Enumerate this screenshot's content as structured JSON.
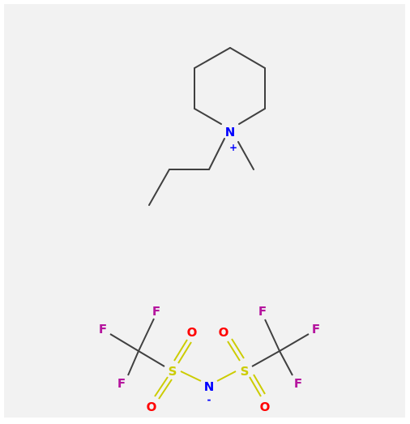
{
  "colors": {
    "background": "#f2f2f2",
    "bond": "#404040",
    "nitrogen": "#0000ff",
    "sulfur": "#cccc00",
    "oxygen": "#ff0000",
    "fluorine": "#b5159e"
  },
  "cation": {
    "ring_nitrogen": "N",
    "charge": "+"
  },
  "anion": {
    "nitrogen": "N",
    "charge": "-",
    "sulfur_left": "S",
    "sulfur_right": "S",
    "oxygen_top_left": "O",
    "oxygen_bottom_left": "O",
    "oxygen_top_right": "O",
    "oxygen_bottom_right": "O",
    "fluorine_left_top": "F",
    "fluorine_left_side": "F",
    "fluorine_left_bottom": "F",
    "fluorine_right_top": "F",
    "fluorine_right_side": "F",
    "fluorine_right_bottom": "F"
  }
}
